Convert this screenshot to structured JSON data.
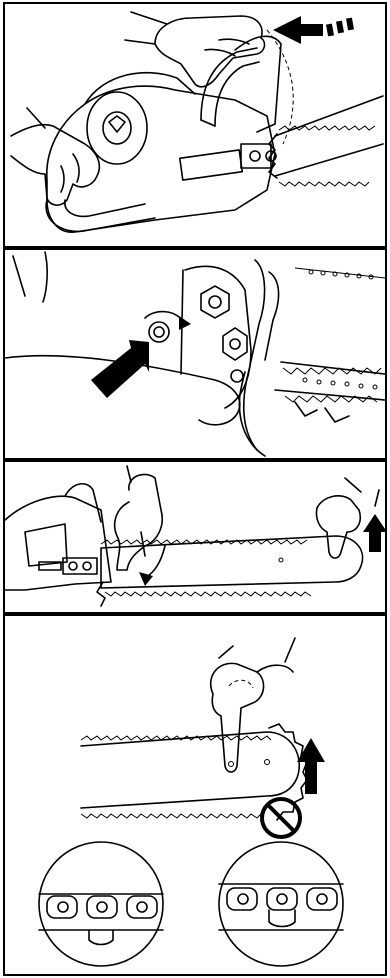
{
  "figure": {
    "panels": [
      {
        "id": "panel-1",
        "icons": [
          "chainsaw-icon",
          "hand-icon",
          "push-arrow-icon"
        ]
      },
      {
        "id": "panel-2",
        "icons": [
          "adjust-screw-icon",
          "rotate-arrow-icon",
          "pointer-arrow-icon"
        ]
      },
      {
        "id": "panel-3",
        "icons": [
          "chainsaw-icon",
          "hand-icon",
          "rotate-arrow-icon",
          "up-arrow-icon"
        ]
      },
      {
        "id": "panel-4",
        "icons": [
          "guide-bar-icon",
          "hand-icon",
          "up-arrow-icon",
          "chain-detail-icon",
          "prohibited-icon"
        ]
      }
    ]
  }
}
